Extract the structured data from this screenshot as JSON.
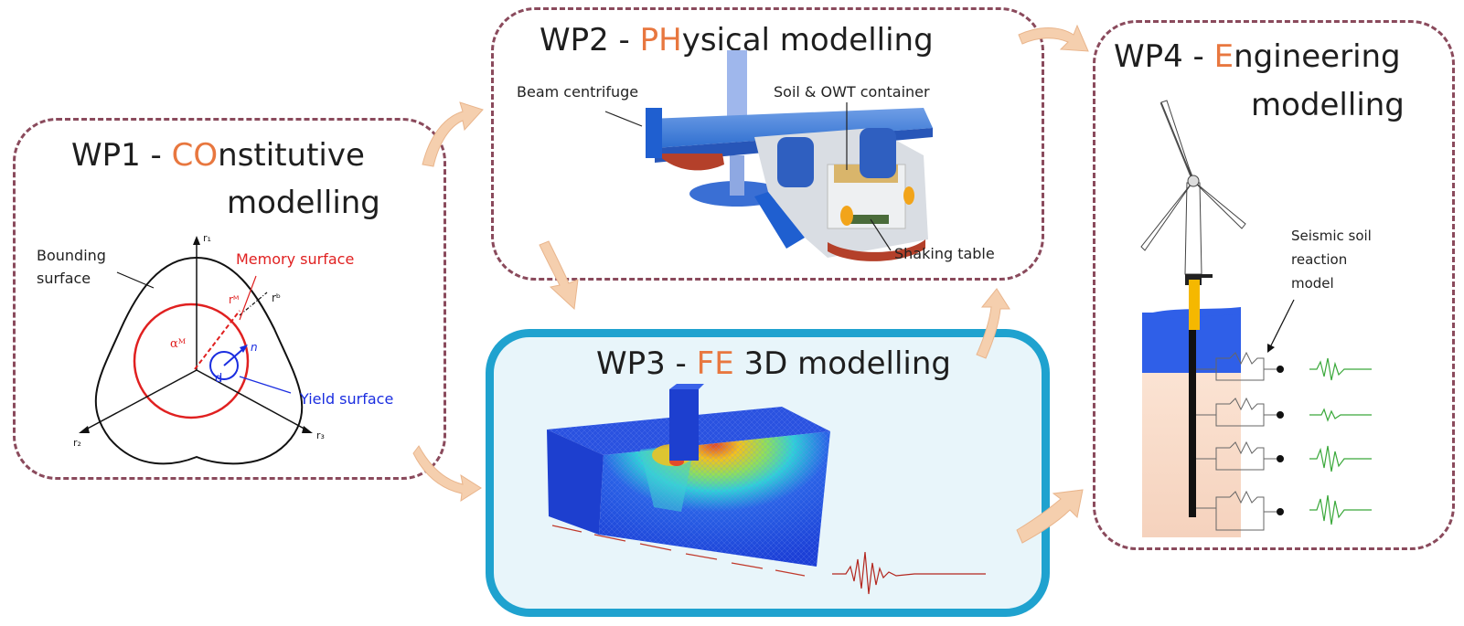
{
  "wp1": {
    "title_prefix": "WP1 - ",
    "title_highlight": "CO",
    "title_rest": "nstitutive",
    "title_line2": "modelling",
    "labels": {
      "bounding": "Bounding",
      "surface": "surface",
      "memory": "Memory surface",
      "yield": "Yield surface",
      "r1": "r₁",
      "r2": "r₂",
      "r3": "r₃",
      "rm": "rᴹ",
      "rb": "rᵇ",
      "alpha": "αᴹ",
      "d": "d",
      "n": "n"
    }
  },
  "wp2": {
    "title_prefix": "WP2 - ",
    "title_highlight": "PH",
    "title_rest": "ysical modelling",
    "labels": {
      "centrifuge": "Beam centrifuge",
      "container": "Soil & OWT container",
      "table": "Shaking table"
    }
  },
  "wp3": {
    "title_prefix": "WP3 - ",
    "title_highlight": "FE",
    "title_rest": " 3D modelling"
  },
  "wp4": {
    "title_prefix": "WP4 - ",
    "title_highlight": "E",
    "title_rest": "ngineering",
    "title_line2": "modelling",
    "labels": {
      "seismic1": "Seismic soil",
      "seismic2": "reaction",
      "seismic3": "model"
    }
  },
  "colors": {
    "dashed_border": "#8a4a5c",
    "solid_border": "#1fa2cf",
    "highlight": "#e8773f",
    "arrow_fill": "#f5cfae"
  }
}
